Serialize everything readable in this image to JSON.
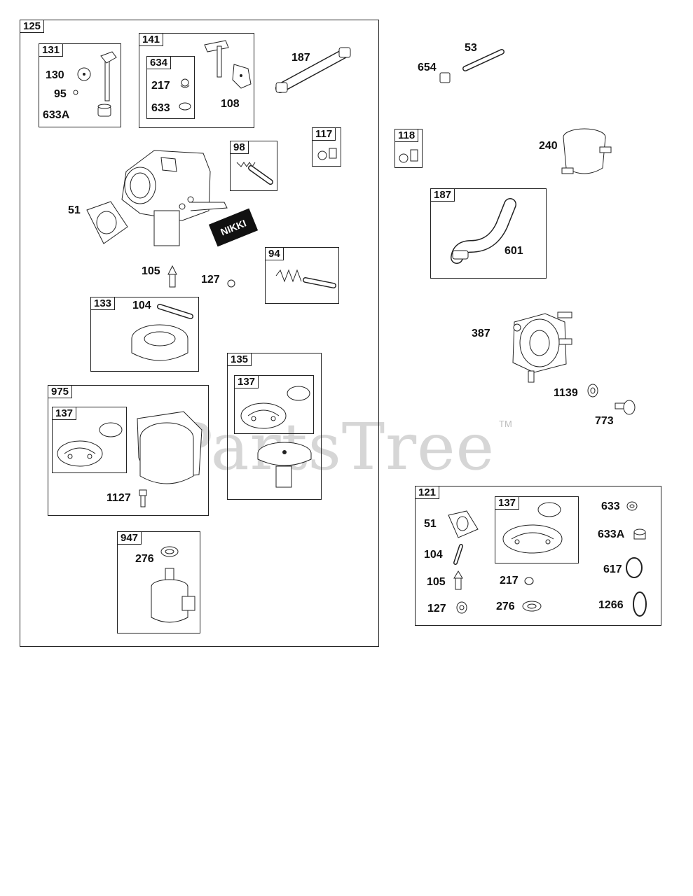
{
  "watermark": {
    "text": "PartsTree",
    "tm": "TM"
  },
  "logo_text": "NIKKI",
  "groups": {
    "g125": "125",
    "g131": "131",
    "g141": "141",
    "g634": "634",
    "g98": "98",
    "g117": "117",
    "g94": "94",
    "g133": "133",
    "g135": "135",
    "g137a": "137",
    "g975": "975",
    "g137b": "137",
    "g947": "947",
    "g118": "118",
    "g187": "187",
    "g121": "121",
    "g137c": "137"
  },
  "labels": {
    "p130": "130",
    "p95": "95",
    "p633A": "633A",
    "p217": "217",
    "p633": "633",
    "p108": "108",
    "p187": "187",
    "p51": "51",
    "p105": "105",
    "p127": "127",
    "p104": "104",
    "p1127": "1127",
    "p276": "276",
    "p654": "654",
    "p53": "53",
    "p240": "240",
    "p601": "601",
    "p387": "387",
    "p1139": "1139",
    "p773": "773",
    "k51": "51",
    "k104": "104",
    "k105": "105",
    "k127": "127",
    "k217": "217",
    "k276": "276",
    "k633": "633",
    "k633A": "633A",
    "k617": "617",
    "k1266": "1266"
  }
}
